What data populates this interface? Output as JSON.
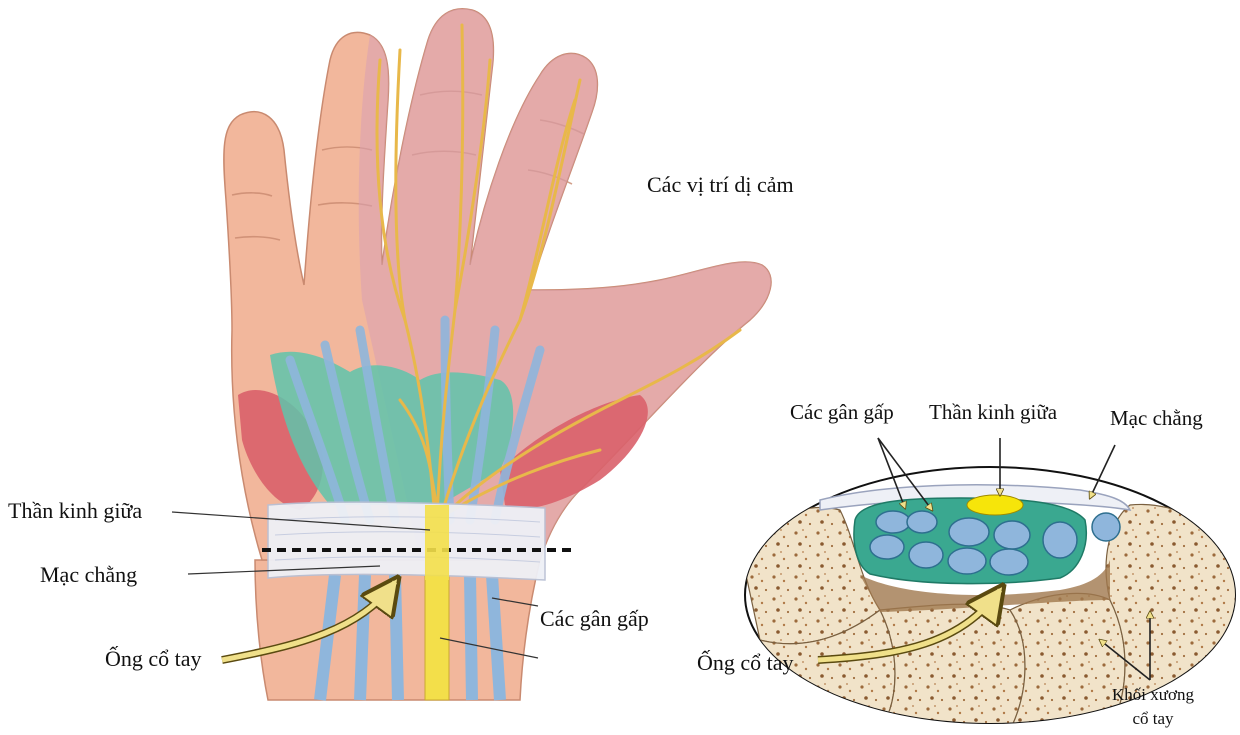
{
  "hand_panel": {
    "labels": {
      "paresthesia_sites": "Các vị trí dị cảm",
      "median_nerve": "Thần kinh giữa",
      "ligament": "Mạc chằng",
      "flexor_tendons": "Các gân gấp",
      "carpal_tunnel": "Ống cổ tay"
    }
  },
  "cross_section_panel": {
    "labels": {
      "flexor_tendons": "Các gân gấp",
      "median_nerve": "Thần kinh giữa",
      "ligament": "Mạc chằng",
      "carpal_tunnel": "Ống cổ tay",
      "carpal_bones_line1": "Khối xương",
      "carpal_bones_line2": "cổ tay"
    }
  },
  "colors": {
    "skin": "#f2b79c",
    "skin_shadow": "#d9876b",
    "paresthesia_zone": "#d9a0b4",
    "nerve": "#e8b84a",
    "median_nerve_core": "#f3df4a",
    "tendon_blue": "#8fb6dc",
    "tendon_sheath": "#5fc4ac",
    "muscle_red": "#d9606a",
    "ligament_white": "#eef0f6",
    "bone": "#f1e3c9",
    "bone_spot": "#9c6a3c",
    "arrow_yellow": "#f0e08a",
    "arrow_outline": "#5a4a10"
  }
}
